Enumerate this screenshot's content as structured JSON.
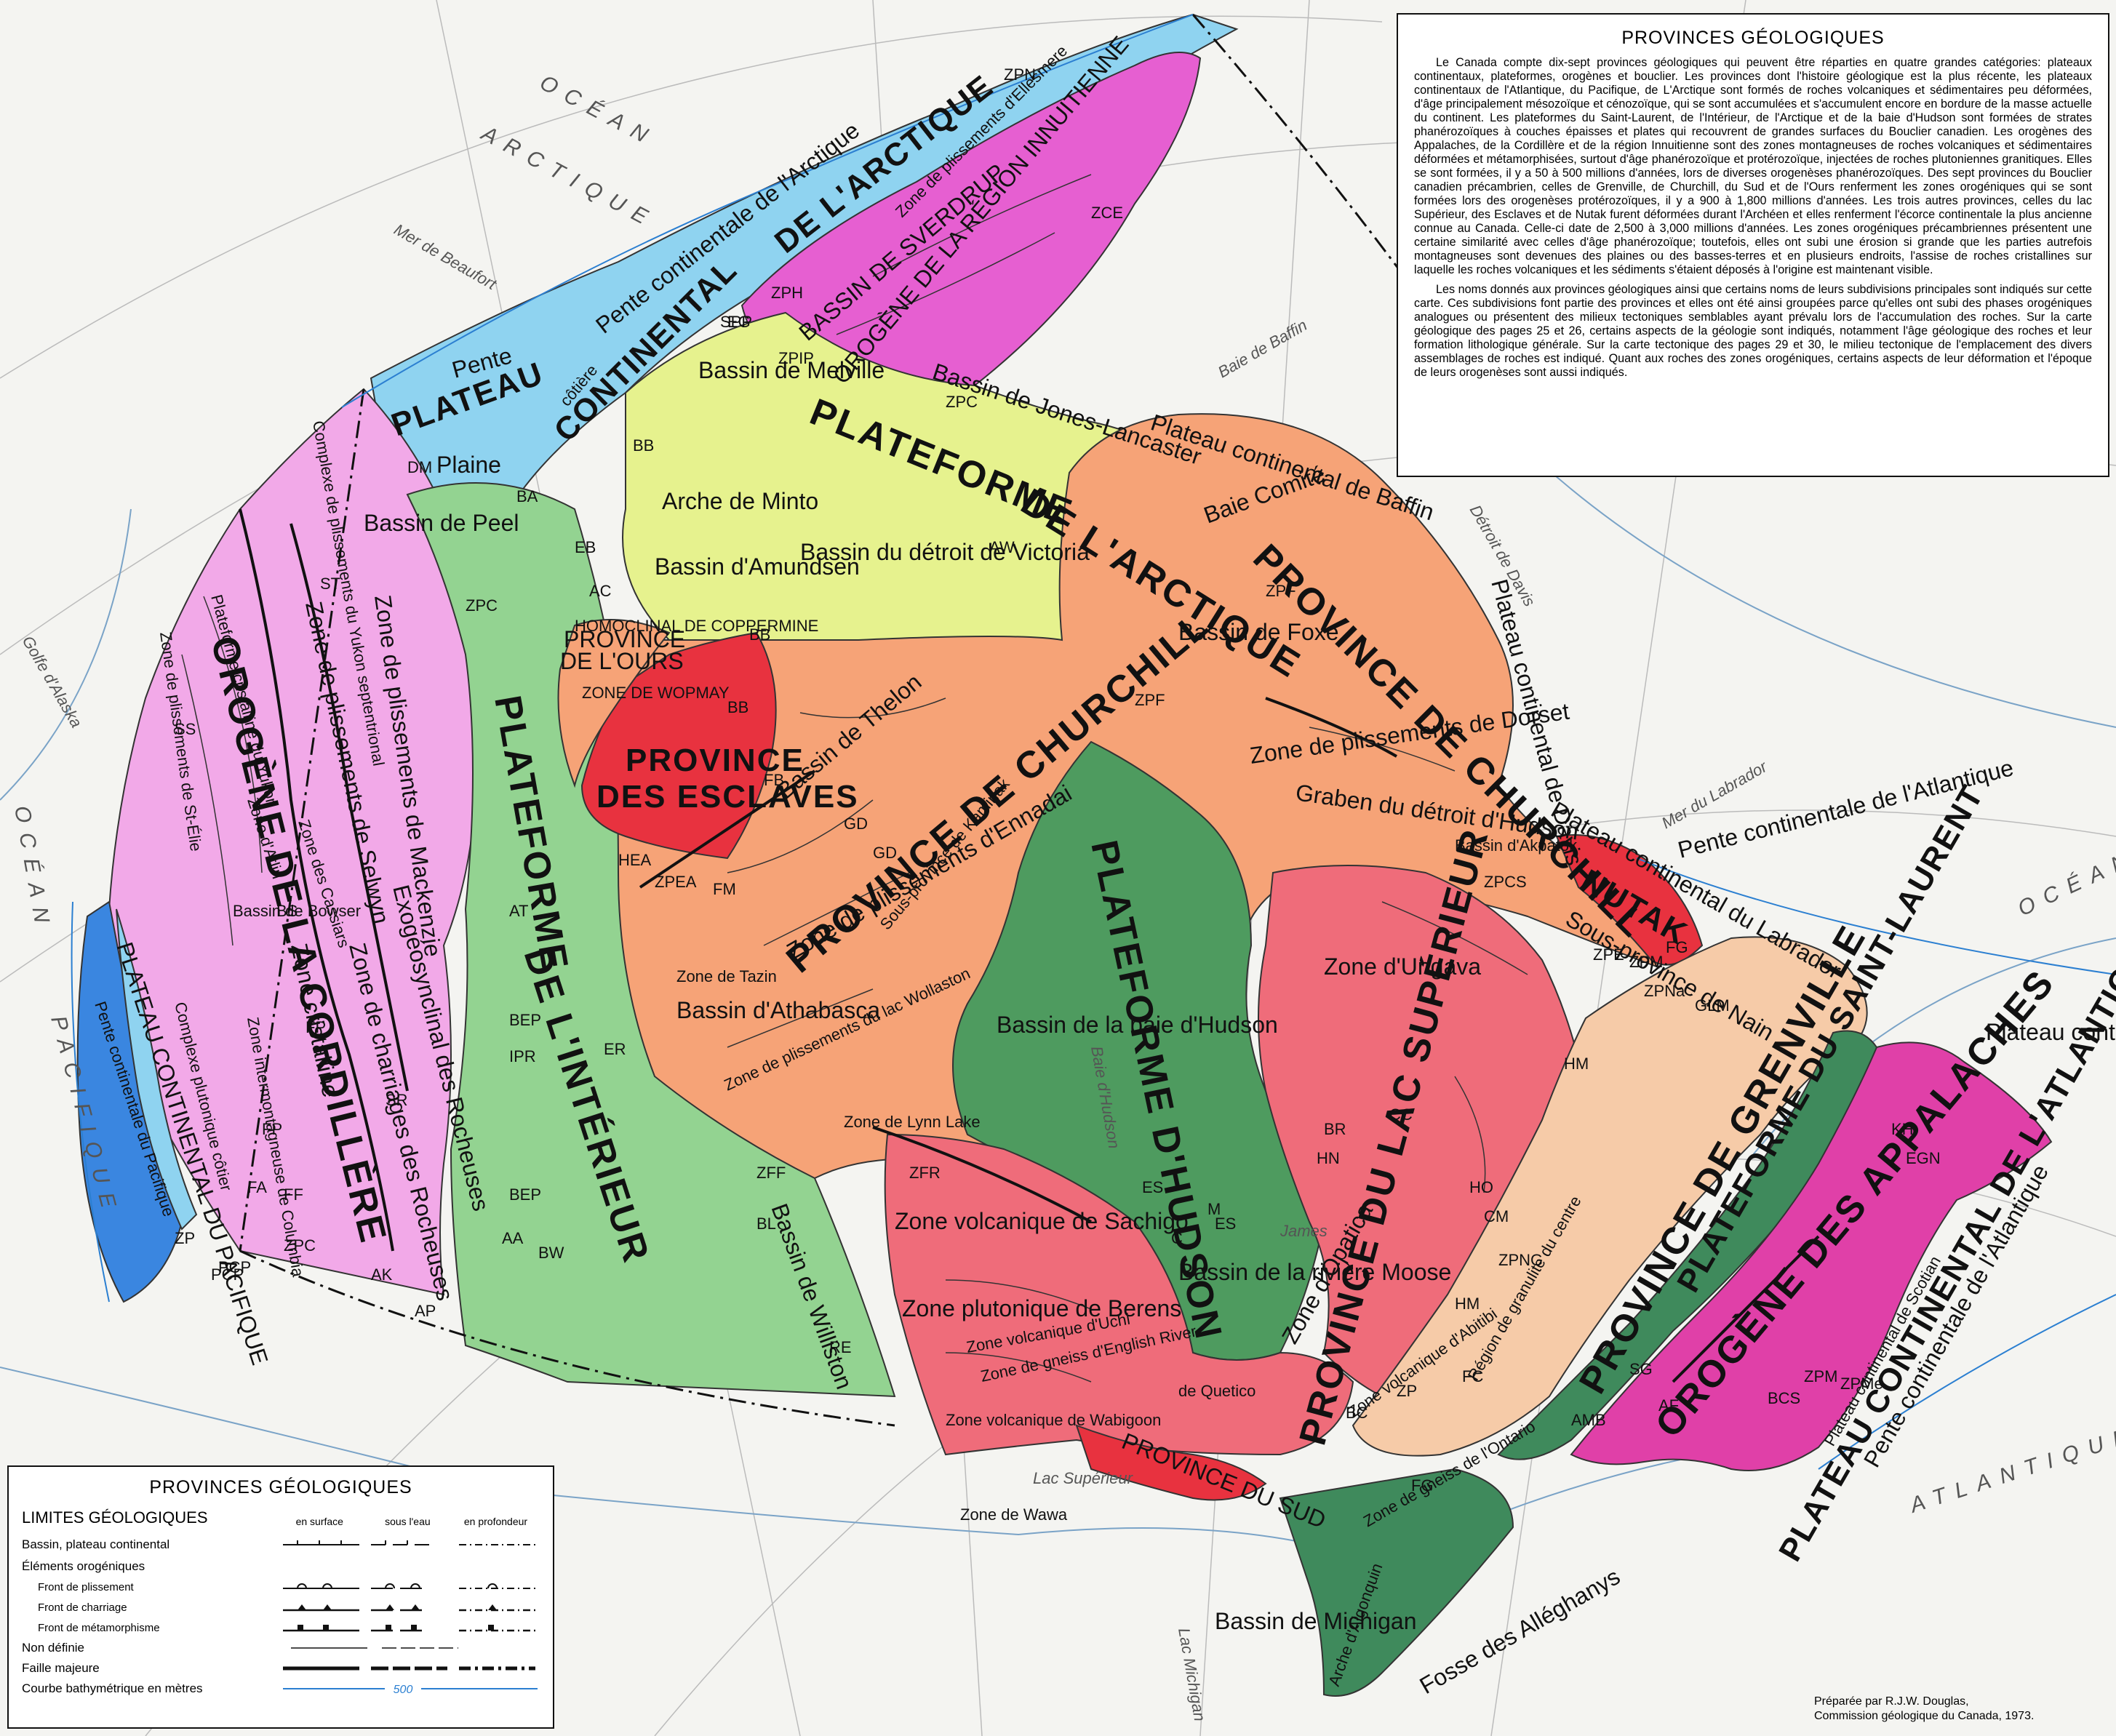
{
  "colors": {
    "ocean": "#f4f4f1",
    "shelf": "#8fd3f0",
    "cordillera": "#f2a9e8",
    "interior": "#93d391",
    "arctic_platform": "#e6f28e",
    "churchill": "#f6a377",
    "superior": "#ef6c7a",
    "slave": "#e8323f",
    "hudson": "#4e9b5f",
    "grenville": "#f6cba8",
    "appalachian": "#e040a8",
    "innuitian": "#e65fd1",
    "stlaurent": "#3f8a5c",
    "pacific_shelf": "#3a86e0"
  },
  "text_box": {
    "title": "PROVINCES GÉOLOGIQUES",
    "paragraphs": [
      "Le Canada compte dix-sept provinces géologiques qui peuvent être réparties en quatre grandes catégories: plateaux continentaux, plateformes, orogènes et bouclier. Les provinces dont l'histoire géologique est la plus récente, les plateaux continentaux de l'Atlantique, du Pacifique, de L'Arctique sont formés de roches volcaniques et sédimentaires peu déformées, d'âge principalement mésozoïque et cénozoïque, qui se sont accumulées et s'accumulent encore en bordure de la masse actuelle du continent. Les plateformes du Saint-Laurent, de l'Intérieur, de l'Arctique et de la baie d'Hudson sont formées de strates phanérozoïques à couches épaisses et plates qui recouvrent de grandes surfaces du Bouclier canadien. Les orogènes des Appalaches, de la Cordillère et de la région Innuitienne sont des zones montagneuses de roches volcaniques et sédimentaires déformées et métamorphisées, surtout d'âge phanérozoïque et protérozoïque, injectées de roches plutoniennes granitiques. Elles se sont formées, il y a 50 à 500 millions d'années, lors de diverses orogenèses phanérozoïques. Des sept provinces du Bouclier canadien précambrien, celles de Grenville, de Churchill, du Sud et de l'Ours renferment les zones orogéniques qui se sont formées lors des orogenèses protérozoïques, il y a 900 à 1,800 millions d'années. Les trois autres provinces, celles du lac Supérieur, des Esclaves et de Nutak furent déformées durant l'Archéen et elles renferment l'écorce continentale la plus ancienne connue au Canada. Celle-ci date de 2,500 à 3,000 millions d'années. Les zones orogéniques précambriennes présentent une certaine similarité avec celles d'âge phanérozoïque; toutefois, elles ont subi une érosion si grande que les parties autrefois montagneuses sont devenues des plaines ou des basses-terres et en plusieurs endroits, l'assise de roches cristallines sur laquelle les roches volcaniques et les sédiments s'étaient déposés à l'origine est maintenant visible.",
      "Les noms donnés aux provinces géologiques ainsi que certains noms de leurs subdivisions principales sont indiqués sur cette carte. Ces subdivisions font partie des provinces et elles ont été ainsi groupées parce qu'elles ont subi des phases orogéniques analogues ou présentent des milieux tectoniques semblables ayant prévalu lors de l'accumulation des roches. Sur la carte géologique des pages 25 et 26, certains aspects de la géologie sont indiqués, notamment l'âge géologique des roches et leur formation lithologique générale. Sur la carte tectonique des pages 29 et 30, le milieu tectonique de l'emplacement des divers assemblages de roches est indiqué. Quant aux roches des zones orogéniques, certains aspects de leur déformation et l'époque de leurs orogenèses sont aussi indiqués."
    ]
  },
  "legend": {
    "title": "PROVINCES GÉOLOGIQUES",
    "section": "LIMITES GÉOLOGIQUES",
    "columns": [
      "en surface",
      "sous l'eau",
      "en profondeur"
    ],
    "basin": "Bassin, plateau continental",
    "orogenic": "Éléments orogéniques",
    "fold": "Front de plissement",
    "thrust": "Front de charriage",
    "meta": "Front de métamorphisme",
    "undefined": "Non définie",
    "fault": "Faille majeure",
    "bathy": "Courbe bathymétrique en mètres",
    "bathy_value": "500"
  },
  "credit": {
    "line1": "Préparée par R.J.W. Douglas,",
    "line2": "Commission géologique du Canada, 1973."
  },
  "labels": {
    "ocean_arctique_1": "OCÉAN",
    "ocean_arctique_2": "ARCTIQUE",
    "ocean_pacifique_1": "OCÉAN",
    "ocean_pacifique_2": "PACIFIQUE",
    "ocean_atlantique_1": "OCÉAN",
    "ocean_atlantique_2": "ATLANTIQUE",
    "mer_beaufort": "Mer de Beaufort",
    "golfe_alaska": "Golfe d'Alaska",
    "baie_baffin": "Baie de Baffin",
    "detroit_davis": "Détroit de Davis",
    "mer_labrador": "Mer du Labrador",
    "lac_superieur": "Lac Supérieur",
    "lac_michigan": "Lac Michigan",
    "baie_hudson_water": "Baie d'Hudson",
    "baie_james": "James",
    "pente_arctique": "Pente continentale de l'Arctique",
    "plateau_arctique_1": "PLATEAU",
    "plateau_arctique_2": "CONTINENTAL",
    "plateau_arctique_3": "DE L'ARCTIQUE",
    "orogene_innuitien": "OROGÈNE DE LA RÉGION INNUITIENNE",
    "bassin_sverdrup": "BASSIN DE SVERDRUP",
    "zone_plissements_ellesmere": "Zone de plissements d'Ellesmere",
    "plateforme_arctique_1": "PLATEFORME",
    "plateforme_arctique_2": "DE L'ARCTIQUE",
    "bassin_melville": "Bassin de Melville",
    "bassin_lancaster": "Bassin de Jones-Lancaster",
    "arche_minto": "Arche de Minto",
    "bassin_amundsen": "Bassin d'Amundsen",
    "bassin_victoria": "Bassin du détroit de Victoria",
    "bassin_foxe": "Bassin de Foxe",
    "baie_comite": "Baie Comité",
    "plateau_baffin": "Plateau continental de Baffin",
    "plateau_davis": "Plateau continental de Davis",
    "province_churchill_ne": "PROVINCE DE CHURCHILL",
    "province_churchill_w": "PROVINCE DE CHURCHILL",
    "zone_dorset": "Zone de plissements de Dorset",
    "graben_hudson": "Graben du détroit d'Hudson",
    "bassin_akpatok": "Bassin d'Akpatok",
    "plateau_labrador": "Plateau continental du Labrador",
    "nutak": "NUTAK",
    "pente_atlantique": "Pente continentale de l'Atlantique",
    "plateau_terre_neuve": "Plateau continental de Terre-Neuve",
    "sous_province_nain": "Sous-province de Nain",
    "zone_ungava": "Zone d'Ungava",
    "plateforme_hudson": "PLATEFORME D'HUDSON",
    "bassin_baie_hudson": "Bassin de la baie d'Hudson",
    "bassin_moose": "Bassin de la rivière Moose",
    "province_superieur": "PROVINCE DU LAC SUPÉRIEUR",
    "zone_sachigo": "Zone volcanique de Sachigo",
    "zone_berens": "Zone plutonique de Berens",
    "zone_uchi": "Zone volcanique d'Uchi",
    "zone_english": "Zone de gneiss d'English River",
    "zone_wabigoon": "Zone volcanique de Wabigoon",
    "zone_quetico": "de Quetico",
    "zone_wawa": "Zone de Wawa",
    "zone_opatica": "Zone d'Opatica",
    "zone_abitibi": "Zone volcanique d'Abitibi",
    "province_sud": "PROVINCE DU SUD",
    "province_grenville": "PROVINCE DE GRENVILLE",
    "zone_gneiss_ontario": "Zone de gneiss de l'Ontario",
    "region_granulite": "Région de granulite du centre",
    "plateforme_st_laurent": "PLATEFORME DU SAINT-LAURENT",
    "orogene_appalaches": "OROGÈNE DES APPALACHES",
    "plateau_atlantique": "PLATEAU CONTINENTAL DE L'ATLANTIQUE",
    "pente_atlantique_s": "Pente continentale de l'Atlantique",
    "plateau_scotian": "Plateau continental de Scotian",
    "bassin_michigan": "Bassin de Michigan",
    "arche_algonquin": "Arche d'Algonquin",
    "fosse_alleghanys": "Fosse des Alléghanys",
    "plateforme_interieur_1": "PLATEFORME",
    "plateforme_interieur_2": "DE L'INTÉRIEUR",
    "bassin_williston": "Bassin de Williston",
    "bassin_peel": "Bassin de Peel",
    "province_esclaves_1": "PROVINCE",
    "province_esclaves_2": "DES ESCLAVES",
    "province_ours_1": "PROVINCE",
    "province_ours_2": "DE L'OURS",
    "homoclinal": "HOMOCLINAL DE COPPERMINE",
    "wopmay": "ZONE DE WOPMAY",
    "zone_thelon": "Bassin de Thelon",
    "zone_ennadai": "Zone de plissements d'Ennadai",
    "kaminak": "Sous-province de Kaminak",
    "bassin_athabasca": "Bassin d'Athabasca",
    "zone_tazin": "Zone de Tazin",
    "zone_wollaston": "Zone de plissements du lac Wollaston",
    "zone_lynn": "Zone de Lynn Lake",
    "orogene_cordillere": "OROGÈNE DE LA CORDILLÈRE",
    "zone_mackenzie": "Zone de plissements de Mackenzie",
    "zone_selwyn": "Zone de plissements de Selwyn",
    "complexe_yukon": "Complexe de plissements du Yukon septentrional",
    "plateforme_yukon": "Plateforme cristalline du Yukon",
    "zone_st_elie": "Zone de plissements de St-Élie",
    "zone_atlin": "Zone d'Atlin",
    "zone_cassiars": "Zone des Cassiars",
    "bassin_bowser": "Bassin de Bowser",
    "zone_cristalline": "Zone cristalline",
    "intermontagneuse": "Zone intermontagneuse de Columbia",
    "charriages_rocheuses": "Zone de charriages des Rocheuses",
    "exogeosynclinal": "Exogéosynclinal des Rocheuses",
    "complexe_cotier": "Complexe plutonique côtier",
    "plateau_pacifique": "PLATEAU CONTINENTAL DU PACIFIQUE",
    "pente_pacifique": "Pente continentale du Pacifique",
    "pente": "Pente",
    "plaine": "Plaine",
    "cotiere": "côtière"
  },
  "abbreviations": [
    "ZPN",
    "ZCE",
    "ZPH",
    "ZPIP",
    "SPP",
    "EG",
    "BB",
    "ZPC",
    "AW",
    "BA",
    "DM",
    "EB",
    "AC",
    "ZPC",
    "ST",
    "SS",
    "BS",
    "ZPF",
    "ZPF",
    "BB",
    "BB",
    "FB",
    "HEA",
    "GD",
    "GD",
    "FM",
    "ZPEA",
    "AT",
    "BEP",
    "IPR",
    "ER",
    "BEP",
    "AA",
    "BW",
    "BL",
    "ZFR",
    "ZFF",
    "RE",
    "ZPCS",
    "ZPE",
    "ZPM",
    "FG",
    "ZPNa",
    "GLM",
    "HM",
    "BR",
    "CC",
    "HN",
    "ES",
    "M",
    "C",
    "ES",
    "HO",
    "CM",
    "ZPNG",
    "HM",
    "FC",
    "ZP",
    "BC",
    "FG",
    "AP",
    "AK",
    "FP",
    "FP",
    "SR",
    "FF",
    "ZPC",
    "FA",
    "ZP",
    "PCP",
    "PCP",
    "EGN",
    "AMB",
    "SG",
    "AF",
    "BCS",
    "ZPM",
    "ZPMe",
    "KH"
  ]
}
